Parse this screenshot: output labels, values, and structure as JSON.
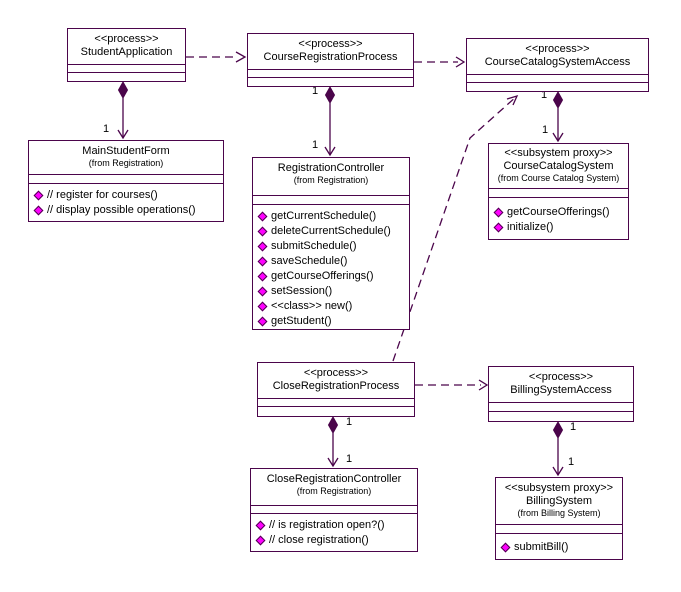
{
  "diagram": {
    "colors": {
      "line": "#4b054b",
      "operation_icon": "#ff00ff",
      "text": "#000000",
      "background": "#ffffff"
    },
    "nodes": [
      {
        "id": "StudentApplication",
        "stereotype": "<<process>>",
        "name": "StudentApplication",
        "operations": []
      },
      {
        "id": "CourseRegistrationProcess",
        "stereotype": "<<process>>",
        "name": "CourseRegistrationProcess",
        "operations": []
      },
      {
        "id": "CourseCatalogSystemAccess",
        "stereotype": "<<process>>",
        "name": "CourseCatalogSystemAccess",
        "operations": []
      },
      {
        "id": "MainStudentForm",
        "name": "MainStudentForm",
        "from": "(from Registration)",
        "operations": [
          "// register for courses()",
          "// display possible operations()"
        ]
      },
      {
        "id": "RegistrationController",
        "name": "RegistrationController",
        "from": "(from Registration)",
        "operations": [
          "getCurrentSchedule()",
          "deleteCurrentSchedule()",
          "submitSchedule()",
          "saveSchedule()",
          "getCourseOfferings()",
          "setSession()",
          "<<class>> new()",
          "getStudent()"
        ]
      },
      {
        "id": "CourseCatalogSystem",
        "stereotype": "<<subsystem proxy>>",
        "name": "CourseCatalogSystem",
        "from": "(from Course Catalog System)",
        "operations": [
          "getCourseOfferings()",
          "initialize()"
        ]
      },
      {
        "id": "CloseRegistrationProcess",
        "stereotype": "<<process>>",
        "name": "CloseRegistrationProcess",
        "operations": []
      },
      {
        "id": "BillingSystemAccess",
        "stereotype": "<<process>>",
        "name": "BillingSystemAccess",
        "operations": []
      },
      {
        "id": "CloseRegistrationController",
        "name": "CloseRegistrationController",
        "from": "(from Registration)",
        "operations": [
          "// is registration open?()",
          "// close registration()"
        ]
      },
      {
        "id": "BillingSystem",
        "stereotype": "<<subsystem proxy>>",
        "name": "BillingSystem",
        "from": "(from Billing System)",
        "operations": [
          "submitBill()"
        ]
      }
    ],
    "compositions": [
      {
        "from": "StudentApplication",
        "to": "MainStudentForm",
        "source_mult": "1",
        "target_mult": "1"
      },
      {
        "from": "CourseRegistrationProcess",
        "to": "RegistrationController",
        "source_mult": "1",
        "target_mult": "1"
      },
      {
        "from": "CourseCatalogSystemAccess",
        "to": "CourseCatalogSystem",
        "source_mult": "1",
        "target_mult": "1"
      },
      {
        "from": "CloseRegistrationProcess",
        "to": "CloseRegistrationController",
        "source_mult": "1",
        "target_mult": "1"
      },
      {
        "from": "BillingSystemAccess",
        "to": "BillingSystem",
        "source_mult": "1",
        "target_mult": "1"
      }
    ],
    "dependencies": [
      {
        "from": "StudentApplication",
        "to": "CourseRegistrationProcess"
      },
      {
        "from": "CourseRegistrationProcess",
        "to": "CourseCatalogSystemAccess"
      },
      {
        "from": "CloseRegistrationProcess",
        "to": "BillingSystemAccess"
      },
      {
        "from": "CloseRegistrationProcess",
        "to": "CourseCatalogSystemAccess"
      }
    ]
  }
}
